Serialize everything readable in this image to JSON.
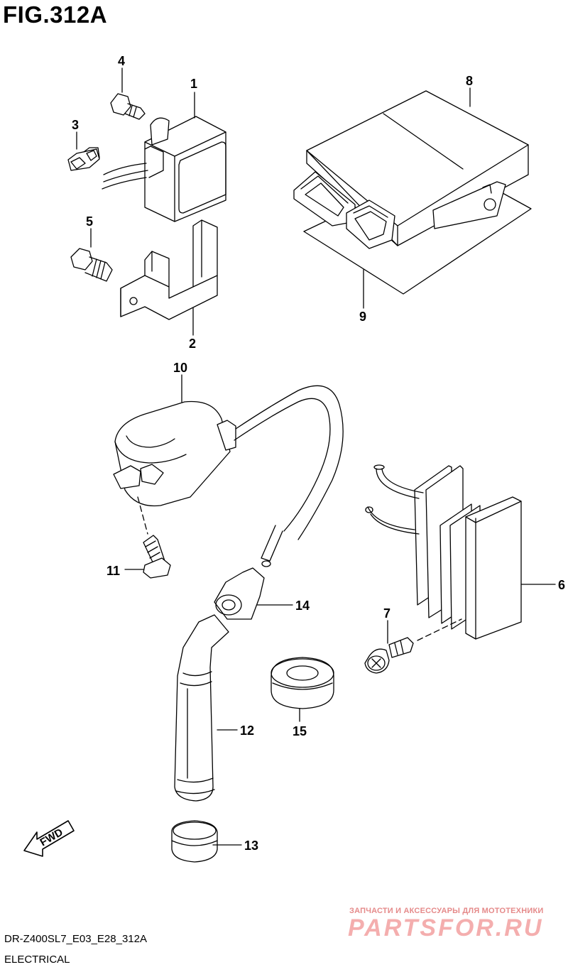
{
  "figure": {
    "title": "FIG.312A"
  },
  "callouts": [
    "1",
    "2",
    "3",
    "4",
    "5",
    "6",
    "7",
    "8",
    "9",
    "10",
    "11",
    "12",
    "13",
    "14",
    "15"
  ],
  "fwd_label": "FWD",
  "footer": {
    "model_code": "DR-Z400SL7_E03_E28_312A",
    "section": "ELECTRICAL"
  },
  "watermark": {
    "tagline": "ЗАПЧАСТИ И АКСЕССУАРЫ ДЛЯ МОТОТЕХНИКИ",
    "logo": "PARTSFOR.RU"
  }
}
